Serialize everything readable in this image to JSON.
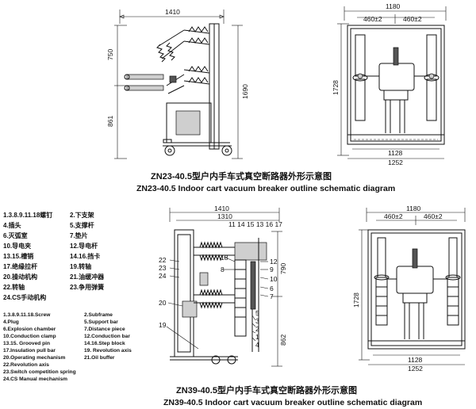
{
  "diagram1": {
    "side_view": {
      "width_dim": "1410",
      "upper_dim": "750",
      "lower_dim": "861",
      "height_dim": "1690"
    },
    "front_view": {
      "width_dim": "1180",
      "left_half": "460±2",
      "right_half": "460±2",
      "height_dim": "1728",
      "base_inner": "1128",
      "base_outer": "1252"
    },
    "caption_cn": "ZN23-40.5型户内手车式真空断路器外形示意图",
    "caption_en": "ZN23-40.5 Indoor cart vacuum breaker outline schematic diagram"
  },
  "legend": {
    "cn": [
      [
        "1.3.8.9.11.18螺钉",
        "2.下支架"
      ],
      [
        "4.插头",
        "5.支撑杆"
      ],
      [
        "6.灭弧室",
        "7.垫片"
      ],
      [
        "10.导电夹",
        "12.导电杆"
      ],
      [
        "13.15.槽销",
        "14.16.挡卡"
      ],
      [
        "17.绝缘拉杆",
        "19.转轴"
      ],
      [
        "20.操动机构",
        "21.油缓冲器"
      ],
      [
        "22.转轴",
        "23.争用弹簧"
      ],
      [
        "24.CS手动机构",
        ""
      ]
    ],
    "en": [
      [
        "1.3.8.9.11.18.Screw",
        "2.Subframe"
      ],
      [
        "4.Plug",
        "5.Support bar"
      ],
      [
        "6.Explosion chamber",
        "7.Distance piece"
      ],
      [
        "10.Conduction clamp",
        "12.Conduction bar"
      ],
      [
        "13.15. Grooved pin",
        "14.16.Step block"
      ],
      [
        "17.Insulation pull bar",
        "19. Revolution axis"
      ],
      [
        "20.Operating mechanism",
        "21.Oil buffer"
      ],
      [
        "22.Revolution axis",
        ""
      ],
      [
        "23.Switch competition spring",
        ""
      ],
      [
        "24.CS Manual mechanism",
        ""
      ]
    ]
  },
  "diagram2": {
    "side_view": {
      "width_dim": "1410",
      "inner_dim": "1310",
      "top_labels": "11 14 15 13 16 17",
      "upper_dim": "790",
      "lower_dim": "862"
    },
    "part_numbers": [
      "22",
      "23",
      "24",
      "20",
      "19",
      "18",
      "8",
      "12",
      "9",
      "10",
      "6",
      "7",
      "5",
      "3",
      "2",
      "1",
      "4"
    ],
    "front_view": {
      "width_dim": "1180",
      "left_half": "460±2",
      "right_half": "460±2",
      "height_dim": "1728",
      "base_inner": "1128",
      "base_outer": "1252"
    },
    "caption_cn": "ZN39-40.5型户内手车式真空断路器外形示意图",
    "caption_en": "ZN39-40.5 Indoor cart vacuum breaker outline schematic diagram"
  }
}
